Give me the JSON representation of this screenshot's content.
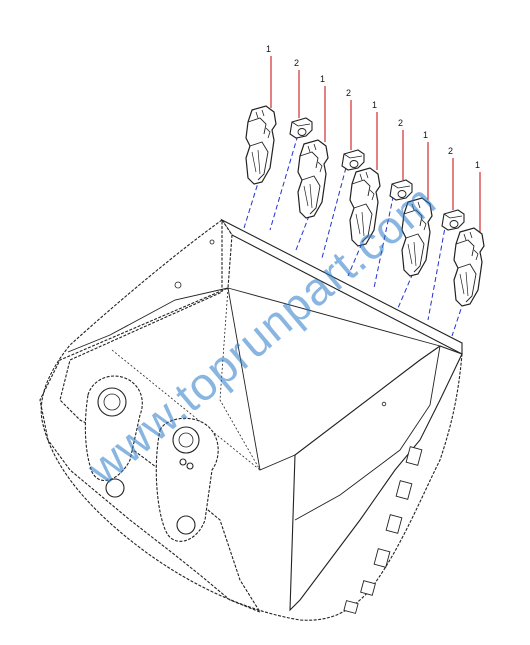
{
  "callouts": [
    {
      "label": "1"
    },
    {
      "label": "2"
    },
    {
      "label": "1"
    },
    {
      "label": "2"
    },
    {
      "label": "1"
    },
    {
      "label": "2"
    },
    {
      "label": "1"
    },
    {
      "label": "2"
    },
    {
      "label": "1"
    }
  ],
  "watermark": "www.toprunpart.com",
  "colors": {
    "leader_line": "#cc0000",
    "dash_line": "#2233cc",
    "outline": "#222222",
    "watermark": "#2878c8"
  },
  "icons": [
    "bucket-tooth-icon",
    "retainer-clip-icon"
  ]
}
